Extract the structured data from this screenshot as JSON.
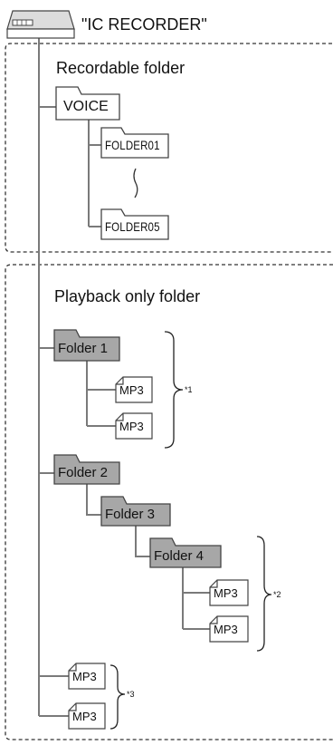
{
  "drive": {
    "label": "\"IC RECORDER\""
  },
  "recordable": {
    "title": "Recordable folder",
    "voice": "VOICE",
    "folder_first": "FOLDER01",
    "folder_last": "FOLDER05"
  },
  "playback": {
    "title": "Playback only folder",
    "folder1": "Folder 1",
    "folder2": "Folder 2",
    "folder3": "Folder 3",
    "folder4": "Folder 4",
    "file_label": "MP3",
    "note1": "*1",
    "note2": "*2",
    "note3": "*3"
  },
  "colors": {
    "line": "#7a7a7a",
    "dashed_border": "#333333",
    "playback_folder_fill": "#a7a7a7",
    "file_fill": "#ffffff"
  }
}
